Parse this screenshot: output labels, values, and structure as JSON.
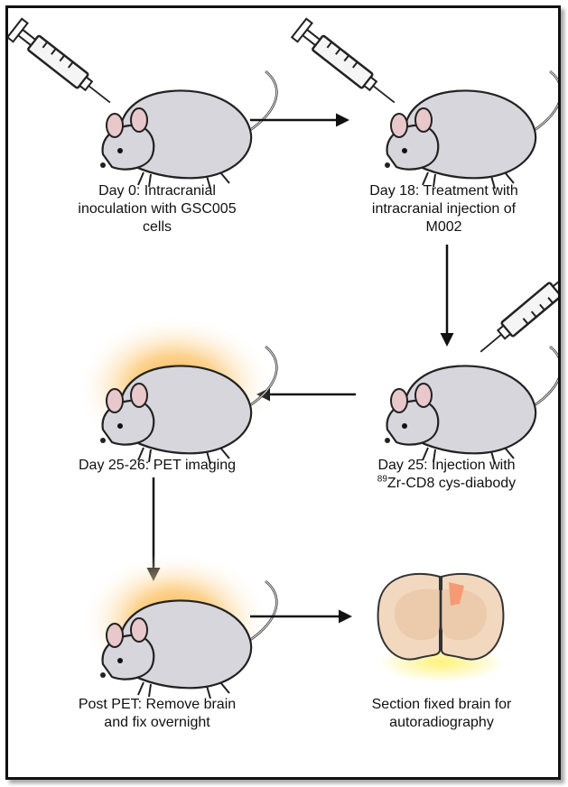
{
  "steps": {
    "day0": {
      "line1": "Day 0: Intracranial",
      "line2": "inoculation with GSC005",
      "line3": "cells"
    },
    "day18": {
      "line1": "Day 18: Treatment with",
      "line2": "intracranial injection of",
      "line3": "M002"
    },
    "day25": {
      "line1": "Day 25: Injection with",
      "isotope": "89",
      "line2_rest": "Zr-CD8 cys-diabody"
    },
    "day2526": {
      "line1": "Day 25-26: PET imaging"
    },
    "postpet": {
      "line1": "Post PET: Remove brain",
      "line2": "and fix overnight"
    },
    "section": {
      "line1": "Section fixed brain for",
      "line2": "autoradiography"
    }
  },
  "colors": {
    "syringe_green": "#7ccf4a",
    "syringe_purple": "#b6a3d8",
    "syringe_orange": "#f07c35",
    "pet_glow": "#f7a630",
    "mouse_body": "#d6d6dc",
    "brain_tissue": "#f2d8bf",
    "brain_hotspot": "#f59a73"
  }
}
